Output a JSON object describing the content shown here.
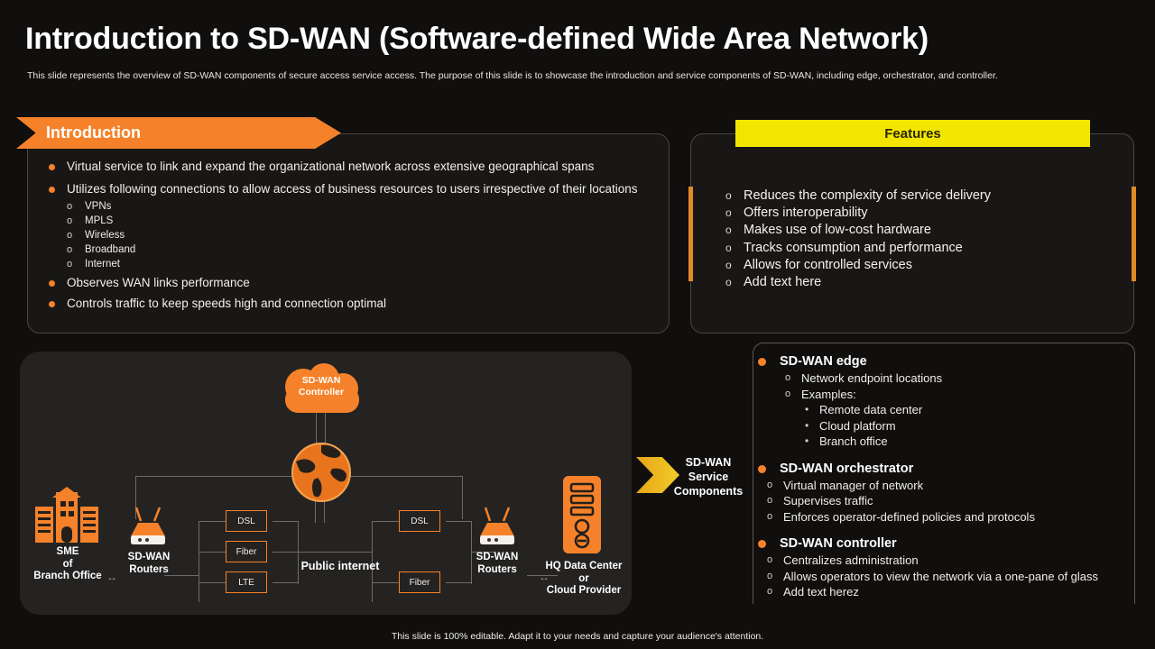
{
  "header": {
    "title": "Introduction to SD-WAN (Software-defined Wide Area Network)",
    "subtitle": "This slide represents the overview of SD-WAN components of secure access service access. The purpose of this slide is to showcase the introduction and service components of SD-WAN, including edge, orchestrator, and controller."
  },
  "introduction": {
    "banner_label": "Introduction",
    "bullets": [
      "Virtual service to link and expand the organizational network across extensive geographical spans",
      "Utilizes following connections to allow access of business resources to users irrespective of their locations"
    ],
    "sub_bullets": [
      "VPNs",
      "MPLS",
      "Wireless",
      "Broadband",
      "Internet"
    ],
    "bullets_tail": [
      "Observes WAN links performance",
      "Controls traffic to keep speeds high and connection optimal"
    ]
  },
  "features": {
    "banner_label": "Features",
    "items": [
      "Reduces the complexity of service delivery",
      "Offers interoperability",
      "Makes use of low-cost hardware",
      "Tracks consumption and performance",
      "Allows for controlled services",
      "Add text here"
    ]
  },
  "diagram": {
    "cloud_label": "SD-WAN\nController",
    "cloud_line1": "SD-WAN",
    "cloud_line2": "Controller",
    "sme_label": "SME\nof\nBranch Office",
    "sme_line1": "SME",
    "sme_line2": "of",
    "sme_line3": "Branch Office",
    "routers_left_line1": "SD-WAN",
    "routers_left_line2": "Routers",
    "routers_right_line1": "SD-WAN",
    "routers_right_line2": "Routers",
    "public_internet": "Public internet",
    "hq_line1": "HQ Data Center",
    "hq_line2": "or",
    "hq_line3": "Cloud Provider",
    "links_left": [
      "DSL",
      "Fiber",
      "LTE"
    ],
    "links_right": [
      "DSL",
      "Fiber"
    ]
  },
  "service_components": {
    "title_line1": "SD-WAN",
    "title_line2": "Service",
    "title_line3": "Components",
    "groups": [
      {
        "heading": "SD-WAN edge",
        "items": [
          "Network endpoint locations",
          "Examples:"
        ],
        "examples": [
          "Remote data center",
          "Cloud platform",
          "Branch office"
        ]
      },
      {
        "heading": "SD-WAN orchestrator",
        "items": [
          "Virtual manager of network",
          "Supervises traffic",
          "Enforces operator-defined policies and protocols"
        ],
        "examples": []
      },
      {
        "heading": "SD-WAN controller",
        "items": [
          "Centralizes administration",
          "Allows operators to view the network via a one-pane of glass",
          "Add text herez"
        ],
        "examples": []
      }
    ]
  },
  "footer": {
    "note": "This slide is 100% editable. Adapt it to your needs and capture your audience's attention."
  },
  "colors": {
    "background": "#100f0e",
    "accent_orange": "#f5822a",
    "accent_yellow": "#f2e600",
    "arrow_gold": "#e8a517",
    "panel": "#181716",
    "diagram_panel": "#242322",
    "text": "#f2f0ee"
  }
}
